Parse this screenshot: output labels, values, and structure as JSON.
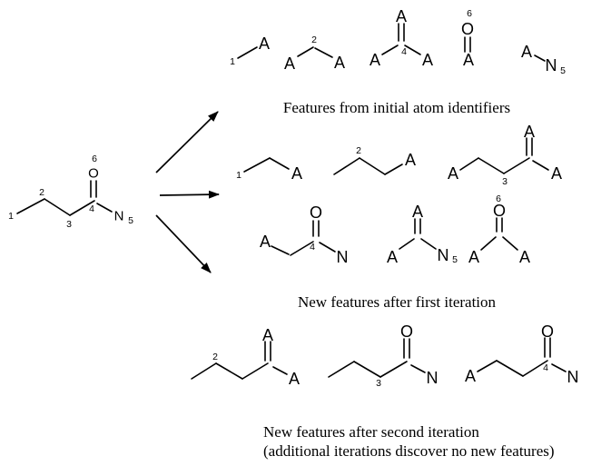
{
  "diagram": {
    "background": "#ffffff",
    "ink": "#000000"
  },
  "molecule": {
    "num1": "1",
    "num2": "2",
    "num3": "3",
    "num4": "4",
    "num5": "5",
    "num6": "6",
    "oxygen": "O",
    "nitrogen": "N"
  },
  "row1": {
    "caption": "Features from initial atom identifiers",
    "f1": {
      "num": "1",
      "a": "A"
    },
    "f2": {
      "a1": "A",
      "num": "2",
      "a2": "A"
    },
    "f3": {
      "atop": "A",
      "num": "4",
      "aleft": "A",
      "aright": "A"
    },
    "f4": {
      "num": "6",
      "o": "O",
      "a": "A"
    },
    "f5": {
      "a": "A",
      "n": "N",
      "num": "5"
    }
  },
  "row2": {
    "f1": {
      "num": "1",
      "a": "A"
    },
    "f2": {
      "num": "2",
      "a": "A"
    },
    "f3": {
      "aleft": "A",
      "num": "3",
      "atop": "A",
      "aright": "A"
    }
  },
  "row3": {
    "caption": "New features after first iteration",
    "f1": {
      "a": "A",
      "num": "4",
      "o": "O",
      "n": "N"
    },
    "f2": {
      "atop": "A",
      "aleft": "A",
      "n": "N",
      "num": "5"
    },
    "f3": {
      "num": "6",
      "o": "O",
      "aleft": "A",
      "aright": "A"
    }
  },
  "row4": {
    "caption_line1": "New features after second iteration",
    "caption_line2": "(additional iterations discover no new features)",
    "f1": {
      "num": "2",
      "atop": "A",
      "aright": "A"
    },
    "f2": {
      "num": "3",
      "o": "O",
      "n": "N"
    },
    "f3": {
      "a": "A",
      "num": "4",
      "o": "O",
      "n": "N"
    }
  }
}
